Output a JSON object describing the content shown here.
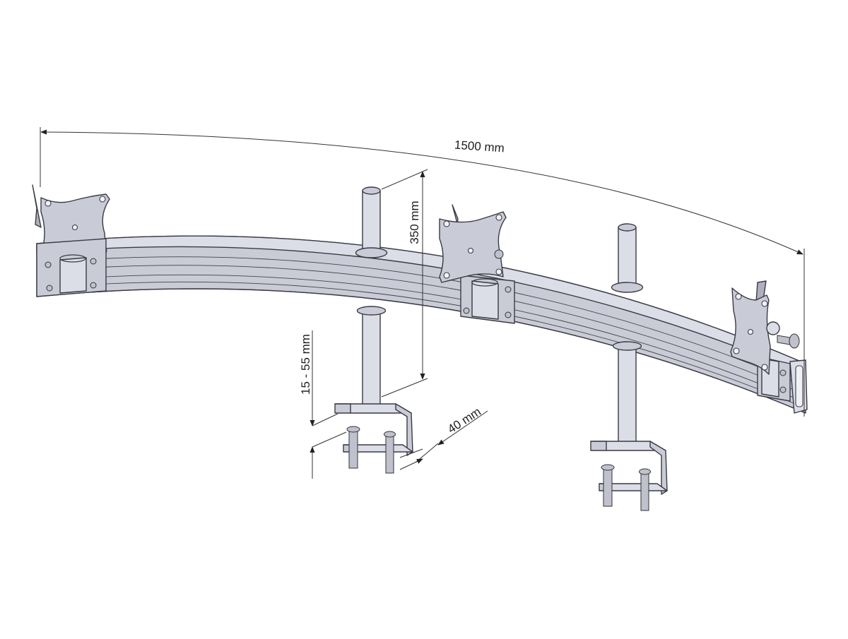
{
  "dimensions": {
    "overall_width": "1500 mm",
    "pole_height": "350 mm",
    "desk_thickness": "15 - 55 mm",
    "clamp_depth": "40 mm"
  }
}
